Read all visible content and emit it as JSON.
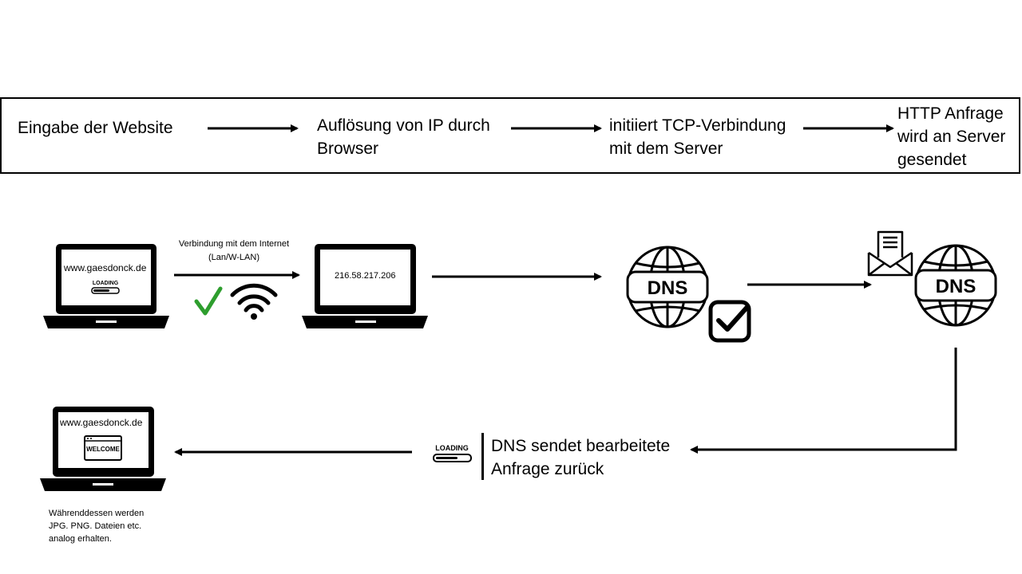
{
  "steps": [
    {
      "line1": "Eingabe der Website",
      "line2": "",
      "line3": ""
    },
    {
      "line1": "Auflösung von IP durch",
      "line2": "Browser",
      "line3": ""
    },
    {
      "line1": "initiiert TCP-Verbindung",
      "line2": "mit dem Server",
      "line3": ""
    },
    {
      "line1": "HTTP Anfrage",
      "line2": "wird an Server",
      "line3": "gesendet"
    }
  ],
  "connection": {
    "line1": "Verbindung mit dem Internet",
    "line2": "(Lan/W-LAN)"
  },
  "laptop1": {
    "url": "www.gaesdonck.de",
    "badge": "LOADING"
  },
  "laptop2": {
    "ip": "216.58.217.206"
  },
  "dns_server": {
    "label": "DNS"
  },
  "dns_server2": {
    "label": "DNS"
  },
  "laptop3": {
    "url": "www.gaesdonck.de",
    "badge": "WELCOME"
  },
  "loading_badge": {
    "label": "LOADING"
  },
  "dns_response": {
    "line1": "DNS sendet bearbeitete",
    "line2": "Anfrage zurück"
  },
  "note": {
    "line1": "Währenddessen werden",
    "line2": "JPG. PNG. Dateien etc.",
    "line3": "analog erhalten."
  },
  "colors": {
    "check": "#2e9e2e",
    "ink": "#000000",
    "paper": "#ffffff"
  }
}
